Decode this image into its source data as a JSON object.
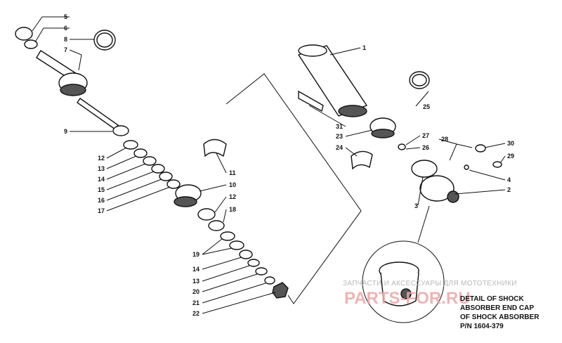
{
  "callouts": [
    "1",
    "2",
    "3",
    "4",
    "5",
    "6",
    "7",
    "8",
    "9",
    "11",
    "10",
    "12",
    "18",
    "12",
    "13",
    "14",
    "15",
    "16",
    "17",
    "19",
    "14",
    "13",
    "20",
    "21",
    "22",
    "23",
    "24",
    "25",
    "26",
    "27",
    "28",
    "29",
    "30",
    "31"
  ],
  "detail": {
    "line1": "DETAIL OF SHOCK",
    "line2": "ABSORBER END CAP",
    "line3": "OF SHOCK ABSORBER",
    "line4": "P/N 1604-379"
  },
  "watermark": {
    "top": "ЗАПЧАСТИ И АКСЕССУАРЫ ДЛЯ МОТОТЕХНИКИ",
    "brand": "PARTS-FOR.RU"
  },
  "colors": {
    "ink": "#111111",
    "watermark": "#e9a9a9"
  }
}
